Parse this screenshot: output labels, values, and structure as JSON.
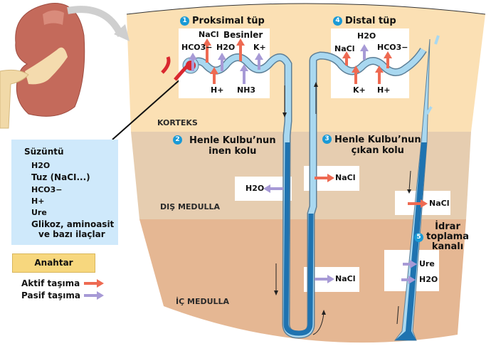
{
  "colors": {
    "cortex": "#fbe0b4",
    "outer_medulla": "#e6cdb0",
    "inner_medulla": "#e5b793",
    "filtrate_box": "#cfe9fb",
    "key_box": "#f7d77e",
    "active_arrow": "#ee6a52",
    "passive_arrow": "#a79ad6",
    "tubule_light": "#a9d8f0",
    "tubule_dark": "#1f73b0",
    "step_badge": "#1a9ad6"
  },
  "zones": {
    "cortex": "KORTEKS",
    "outer_medulla": "DIŞ MEDULLA",
    "inner_medulla": "İÇ MEDULLA"
  },
  "segments": [
    {
      "num": "1",
      "label": "Proksimal tüp"
    },
    {
      "num": "2",
      "label_line1": "Henle Kulbu’nun",
      "label_line2": "inen kolu"
    },
    {
      "num": "3",
      "label_line1": "Henle Kulbu’nun",
      "label_line2": "çıkan kolu"
    },
    {
      "num": "4",
      "label": "Distal tüp"
    },
    {
      "num": "5",
      "label_line1": "İdrar",
      "label_line2": "toplama",
      "label_line3": "kanalı"
    }
  ],
  "proximal": {
    "out": [
      {
        "label": "HCO3−",
        "type": "passive"
      },
      {
        "label": "NaCl",
        "type": "active"
      },
      {
        "label": "H2O",
        "type": "passive"
      },
      {
        "label": "Besinler",
        "type": "active"
      },
      {
        "label": "K+",
        "type": "passive"
      }
    ],
    "in": [
      {
        "label": "H+",
        "type": "active"
      },
      {
        "label": "NH3",
        "type": "passive"
      }
    ]
  },
  "distal": {
    "out": [
      {
        "label": "NaCl",
        "type": "active"
      },
      {
        "label": "H2O",
        "type": "passive"
      },
      {
        "label": "HCO3−",
        "type": "active"
      }
    ],
    "in": [
      {
        "label": "K+",
        "type": "active"
      },
      {
        "label": "H+",
        "type": "active"
      }
    ]
  },
  "descending_limb": [
    {
      "label": "H2O",
      "type": "passive"
    }
  ],
  "ascending_limb": [
    {
      "label": "NaCl",
      "type": "active"
    },
    {
      "label": "NaCl",
      "type": "passive"
    }
  ],
  "collecting_duct": [
    {
      "label": "NaCl",
      "type": "active"
    },
    {
      "label": "Ure",
      "type": "passive"
    },
    {
      "label": "H2O",
      "type": "passive"
    }
  ],
  "filtrate": {
    "title": "Süzüntü",
    "items": [
      "H2O",
      "Tuz (NaCI...)",
      "HCO3−",
      "H+",
      "Ure",
      "Glikoz, aminoasit",
      "ve bazı ilaçlar"
    ]
  },
  "key": {
    "title": "Anahtar",
    "active": "Aktif taşıma",
    "passive": "Pasif taşıma"
  }
}
